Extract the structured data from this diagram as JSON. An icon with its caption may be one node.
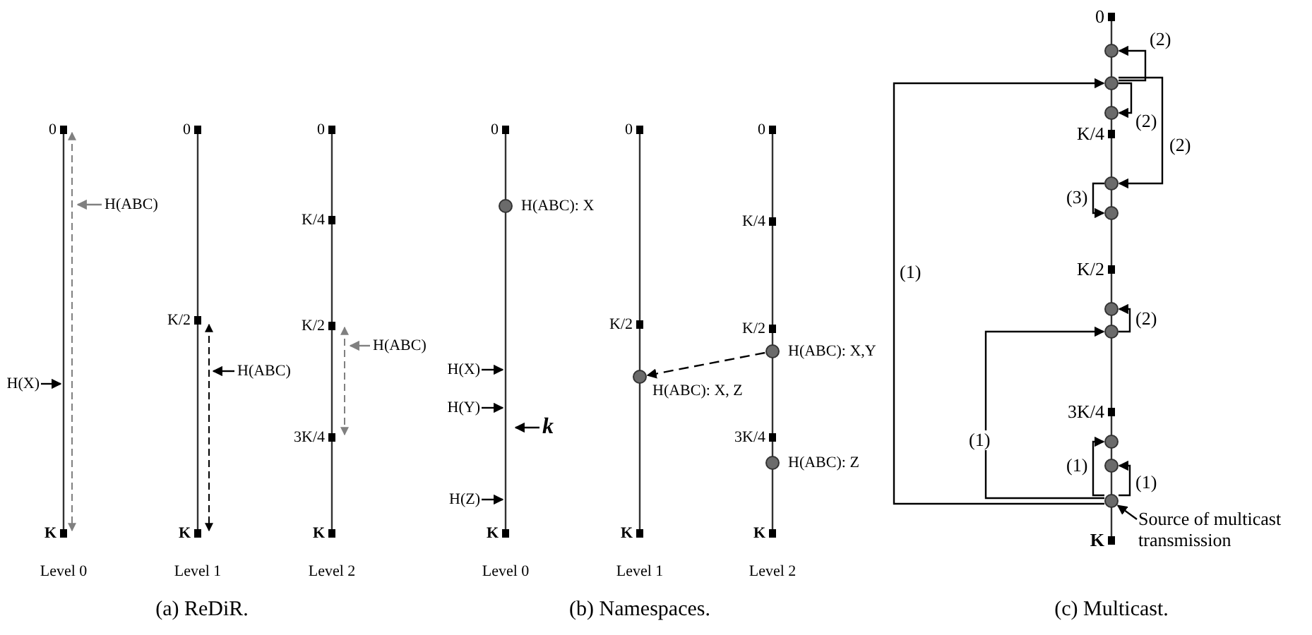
{
  "diagram": {
    "nodes": [
      {
        "text": [
          "H(ABC)"
        ]
      },
      {
        "text": [
          "H(X)"
        ]
      },
      {
        "text": [
          "H(ABC)"
        ]
      },
      {
        "text": [
          "H(ABC)"
        ]
      },
      {
        "text": [],
        "shape": "circle",
        "beside": [
          "H(ABC): X"
        ]
      },
      {
        "text": [
          "H(X)"
        ]
      },
      {
        "text": [
          "H(Y)"
        ]
      },
      {
        "text": [
          "k"
        ]
      },
      {
        "text": [
          "H(Z)"
        ]
      },
      {
        "text": [],
        "shape": "circle",
        "beside": [
          "H(ABC): X, Z"
        ]
      },
      {
        "text": [],
        "shape": "circle",
        "beside": [
          "H(ABC): X,Y"
        ]
      },
      {
        "text": [],
        "shape": "circle",
        "beside": [
          "H(ABC): Z"
        ]
      },
      {
        "text": [],
        "shape": "circle"
      },
      {
        "text": [],
        "shape": "circle"
      },
      {
        "text": [],
        "shape": "circle"
      },
      {
        "text": [],
        "shape": "circle"
      },
      {
        "text": [],
        "shape": "circle"
      },
      {
        "text": [],
        "shape": "circle"
      },
      {
        "text": [],
        "shape": "circle"
      },
      {
        "text": [],
        "shape": "circle"
      },
      {
        "text": [],
        "shape": "circle"
      },
      {
        "text": [],
        "shape": "circle"
      },
      {
        "text": [
          "Source of multicast transmission"
        ]
      }
    ],
    "edges": [
      {
        "from": 0,
        "to": null,
        "arrow": "to",
        "color": "#808080"
      },
      {
        "from": 1,
        "to": null,
        "arrow": "to"
      },
      {
        "from": 2,
        "to": null,
        "arrow": "to"
      },
      {
        "from": 3,
        "to": null,
        "arrow": "to",
        "color": "#808080"
      },
      {
        "from": 5,
        "to": null,
        "arrow": "to"
      },
      {
        "from": 6,
        "to": null,
        "arrow": "to"
      },
      {
        "from": 7,
        "to": null,
        "arrow": "to"
      },
      {
        "from": 8,
        "to": null,
        "arrow": "to"
      },
      {
        "from": 10,
        "to": 9,
        "arrow": "to",
        "style": "dashed"
      },
      {
        "from": 13,
        "to": 12,
        "arrow": "to",
        "label": "(2)"
      },
      {
        "from": 13,
        "to": 14,
        "arrow": "to",
        "label": "(2)"
      },
      {
        "from": 13,
        "to": 15,
        "arrow": "to",
        "label": "(2)"
      },
      {
        "from": 15,
        "to": 16,
        "arrow": "to",
        "label": "(3)"
      },
      {
        "from": 21,
        "to": 13,
        "arrow": "to",
        "label": "(1)"
      },
      {
        "from": 21,
        "to": 18,
        "arrow": "to",
        "label": "(1)"
      },
      {
        "from": 18,
        "to": 17,
        "arrow": "to",
        "label": "(2)"
      },
      {
        "from": 21,
        "to": 19,
        "arrow": "to",
        "label": "(1)"
      },
      {
        "from": 21,
        "to": 20,
        "arrow": "to",
        "label": "(1)"
      },
      {
        "from": 22,
        "to": 21,
        "arrow": "to"
      }
    ],
    "labels": [
      "0",
      "K",
      "Level 0",
      "0",
      "K/2",
      "K",
      "Level 1",
      "0",
      "K/4",
      "K/2",
      "3K/4",
      "K",
      "Level 2",
      "0",
      "K",
      "Level 0",
      "0",
      "K/2",
      "K",
      "Level 1",
      "0",
      "K/4",
      "K/2",
      "3K/4",
      "K",
      "Level 2",
      "0",
      "K/4",
      "K/2",
      "3K/4",
      "K",
      "(a) ReDiR.",
      "(b) Namespaces.",
      "(c) Multicast."
    ]
  }
}
